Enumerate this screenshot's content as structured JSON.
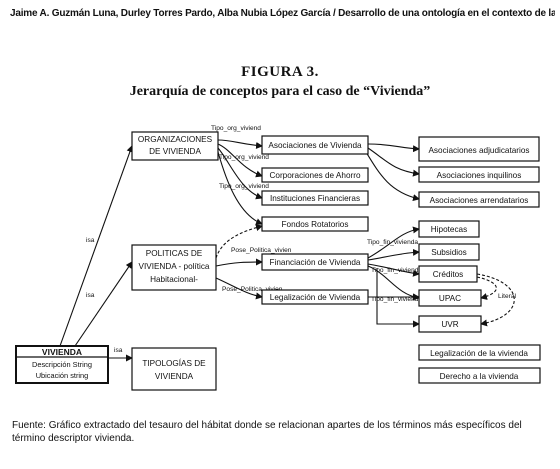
{
  "header": {
    "text": "Jaime A. Guzmán Luna, Durley Torres Pardo, Alba Nubia López García / Desarrollo de una ontología en el contexto de la web..."
  },
  "figure": {
    "label": "FIGURA 3.",
    "caption": "Jerarquía de conceptos para el caso de “Vivienda”"
  },
  "nodes": {
    "organizaciones": [
      "ORGANIZACIONES",
      "DE VIVIENDA"
    ],
    "politicas": [
      "POLITICAS DE",
      "VIVIENDA - política",
      "Habitacional-"
    ],
    "vivienda": {
      "title": "VIVIENDA",
      "attr1": "Descripción String",
      "attr2": "Ubicación string"
    },
    "tipologias": [
      "TIPOLOGÍAS DE",
      "VIVIENDA"
    ],
    "asociaciones_vivienda": "Asociaciones de Vivienda",
    "corporaciones": "Corporaciones de Ahorro",
    "instituciones": "Instituciones Financieras",
    "fondos": "Fondos Rotatorios",
    "financiacion": "Financiación de Vivienda",
    "legalizacion": "Legalización de Vivienda",
    "adjudicatarios": "Asociaciones adjudicatarios",
    "inquilinos": "Asociaciones inquilinos",
    "arrendatarios": "Asociaciones arrendatarios",
    "hipotecas": "Hipotecas",
    "subsidios": "Subsidios",
    "creditos": "Créditos",
    "upac": "UPAC",
    "uvr": "UVR",
    "legalizacion_vivienda": "Legalización de la vivienda",
    "derecho": "Derecho a la vivienda"
  },
  "edge_labels": {
    "isa": "isa",
    "tipo_org": "Tipo_org_viviend",
    "pose_politica": "Pose_Politica_vivien",
    "tipo_fin": "Tipo_fin_vivienda",
    "literal": "Literal"
  },
  "source": "Fuente: Gráfico extractado del tesauro del hábitat donde se relacionan apartes de los términos más específicos del término descriptor vivienda."
}
